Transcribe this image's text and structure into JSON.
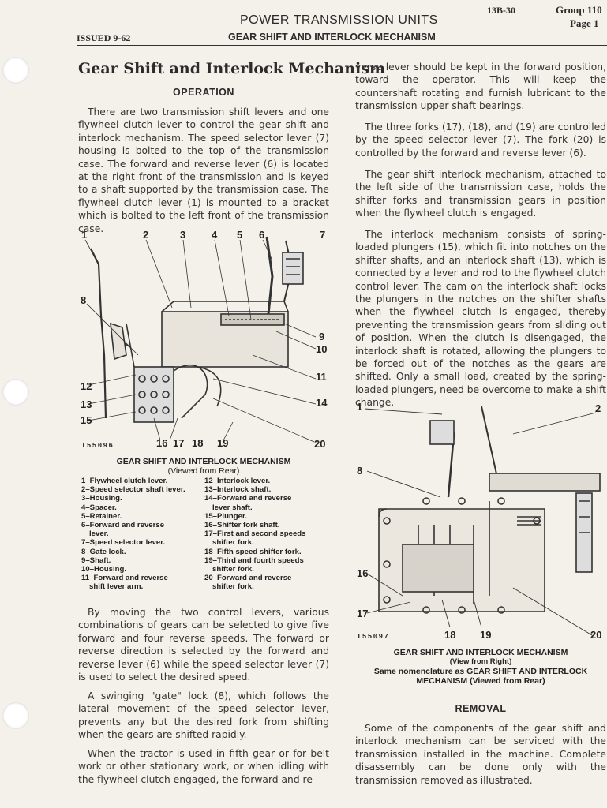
{
  "header": {
    "code": "13B-30",
    "group": "Group 110",
    "page": "Page 1",
    "issued": "ISSUED 9-62",
    "title": "POWER TRANSMISSION UNITS",
    "subtitle": "GEAR SHIFT AND INTERLOCK MECHANISM"
  },
  "section": {
    "heading": "Gear Shift and Interlock Mechanism",
    "operation_heading": "OPERATION",
    "removal_heading": "REMOVAL"
  },
  "left_paragraphs": [
    "There are two transmission shift levers and one flywheel clutch lever to control the gear shift and interlock mechanism. The speed selector lever (7) housing is bolted to the top of the transmission case. The forward and reverse lever (6) is located at the right front of the transmission and is keyed to a shaft supported by the transmission case. The flywheel clutch lever (1) is mounted to a bracket which is bolted to the left front of the transmission case.",
    "By moving the two control levers, various combinations of gears can be selected to give five forward and four reverse speeds. The forward or reverse direction is selected by the forward and reverse lever (6) while the speed selector lever (7) is used to select the desired speed.",
    "A swinging \"gate\" lock (8), which follows the lateral movement of the speed selector lever, prevents any but the desired fork from shifting when the gears are shifted rapidly.",
    "When the tractor is used in fifth gear or for belt work or other stationary work, or when idling with the flywheel clutch engaged, the forward and re-"
  ],
  "right_paragraphs": [
    "verse lever should be kept in the forward position, toward the operator. This will keep the countershaft rotating and furnish lubricant to the transmission upper shaft bearings.",
    "The three forks (17), (18), and (19) are controlled by the speed selector lever (7). The fork (20) is controlled by the forward and reverse lever (6).",
    "The gear shift interlock mechanism, attached to the left side of the transmission case, holds the shifter forks and transmission gears in position when the flywheel clutch is engaged.",
    "The interlock mechanism consists of spring-loaded plungers (15), which fit into notches on the shifter shafts, and an interlock shaft (13), which is connected by a lever and rod to the flywheel clutch control lever. The cam on the interlock shaft locks the plungers in the notches on the shifter shafts when the flywheel clutch is engaged, thereby preventing the transmission gears from sliding out of position. When the clutch is disengaged, the interlock shaft is rotated, allowing the plungers to be forced out of the notches as the gears are shifted. Only a small load, created by the spring-loaded plungers, need be overcome to make a shift change.",
    "Some of the components of the gear shift and interlock mechanism can be serviced with the transmission installed in the machine. Complete disassembly can be done only with the transmission removed as illustrated."
  ],
  "figure1": {
    "number": "T55096",
    "caption": "GEAR SHIFT AND INTERLOCK MECHANISM",
    "caption_sub": "(Viewed from Rear)",
    "callouts": [
      "1",
      "2",
      "3",
      "4",
      "5",
      "6",
      "7",
      "8",
      "9",
      "10",
      "11",
      "12",
      "13",
      "14",
      "15",
      "16",
      "17",
      "18",
      "19",
      "20"
    ],
    "legend_left": [
      "1–Flywheel clutch lever.",
      "2–Speed selector shaft lever.",
      "3–Housing.",
      "4–Spacer.",
      "5–Retainer.",
      "6–Forward and reverse",
      "lever.",
      "7–Speed selector lever.",
      "8–Gate lock.",
      "9–Shaft.",
      "10–Housing.",
      "11–Forward and reverse",
      "shift lever arm."
    ],
    "legend_right": [
      "12–Interlock lever.",
      "13–Interlock shaft.",
      "14–Forward and reverse",
      "lever shaft.",
      "15–Plunger.",
      "16–Shifter fork shaft.",
      "17–First and second speeds",
      "shifter fork.",
      "18–Fifth speed shifter fork.",
      "19–Third and fourth speeds",
      "shifter fork.",
      "20–Forward and reverse",
      "shifter fork."
    ]
  },
  "figure2": {
    "number": "T55097",
    "caption": "GEAR SHIFT AND INTERLOCK MECHANISM",
    "caption_sub": "(View from Right)",
    "caption_note1": "Same nomenclature as GEAR SHIFT AND INTERLOCK",
    "caption_note2": "MECHANISM (Viewed from Rear)",
    "callouts": [
      "1",
      "2",
      "8",
      "16",
      "17",
      "18",
      "19",
      "20"
    ]
  }
}
